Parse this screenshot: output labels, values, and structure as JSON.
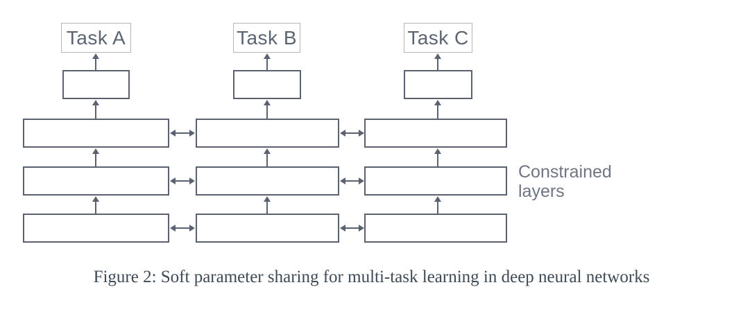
{
  "figure": {
    "task_labels": [
      "Task A",
      "Task B",
      "Task C"
    ],
    "annotation": {
      "line1": "Constrained",
      "line2": "layers"
    },
    "caption": "Figure 2: Soft parameter sharing for multi-task learning in deep neural networks",
    "colors": {
      "box_border": "#5a6170",
      "arrow": "#5a6170",
      "task_box_border": "#b3b6ba",
      "task_label_text": "#5c6572",
      "annotation_text": "#6f7681",
      "caption_text": "#3e4a55",
      "background": "#ffffff"
    }
  }
}
